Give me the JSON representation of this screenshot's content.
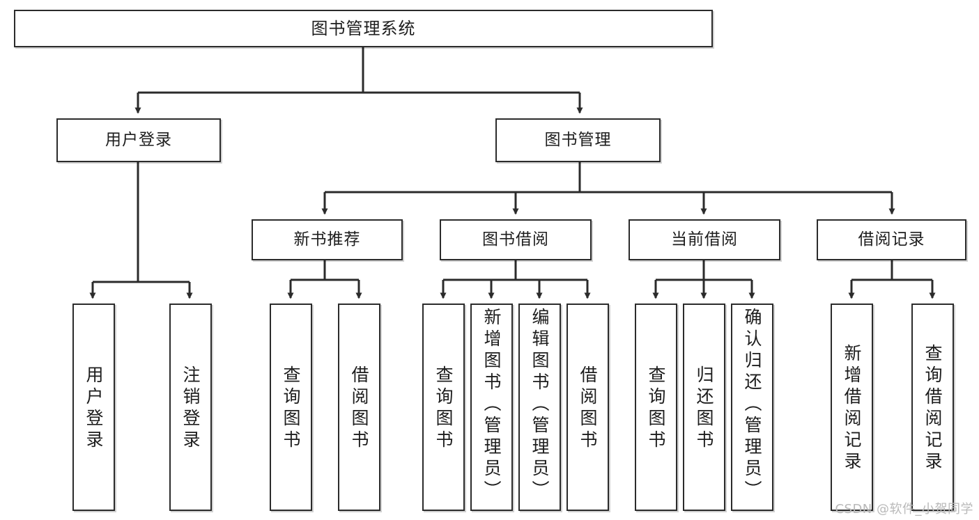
{
  "diagram": {
    "title": "图书管理系统",
    "watermark": "CSDN @软件_小贺同学",
    "colors": {
      "stroke": "#2b2b2b",
      "fill": "#ffffff",
      "text": "#1d1d1d",
      "watermark": "#b9b9b9"
    },
    "levels": {
      "root": {
        "label": "图书管理系统"
      },
      "level2": [
        {
          "label": "用户登录"
        },
        {
          "label": "图书管理"
        }
      ],
      "level3": [
        {
          "label": "新书推荐"
        },
        {
          "label": "图书借阅"
        },
        {
          "label": "当前借阅"
        },
        {
          "label": "借阅记录"
        }
      ],
      "leaves": [
        {
          "label": "用户登录",
          "parent": "用户登录"
        },
        {
          "label": "注销登录",
          "parent": "用户登录"
        },
        {
          "label": "查询图书",
          "parent": "新书推荐"
        },
        {
          "label": "借阅图书",
          "parent": "新书推荐"
        },
        {
          "label": "查询图书",
          "parent": "图书借阅"
        },
        {
          "label": "新增图书（管理员）",
          "parent": "图书借阅"
        },
        {
          "label": "编辑图书（管理员）",
          "parent": "图书借阅"
        },
        {
          "label": "借阅图书",
          "parent": "图书借阅"
        },
        {
          "label": "查询图书",
          "parent": "当前借阅"
        },
        {
          "label": "归还图书",
          "parent": "当前借阅"
        },
        {
          "label": "确认归还（管理员）",
          "parent": "当前借阅"
        },
        {
          "label": "新增借阅记录",
          "parent": "借阅记录"
        },
        {
          "label": "查询借阅记录",
          "parent": "借阅记录"
        }
      ]
    }
  }
}
